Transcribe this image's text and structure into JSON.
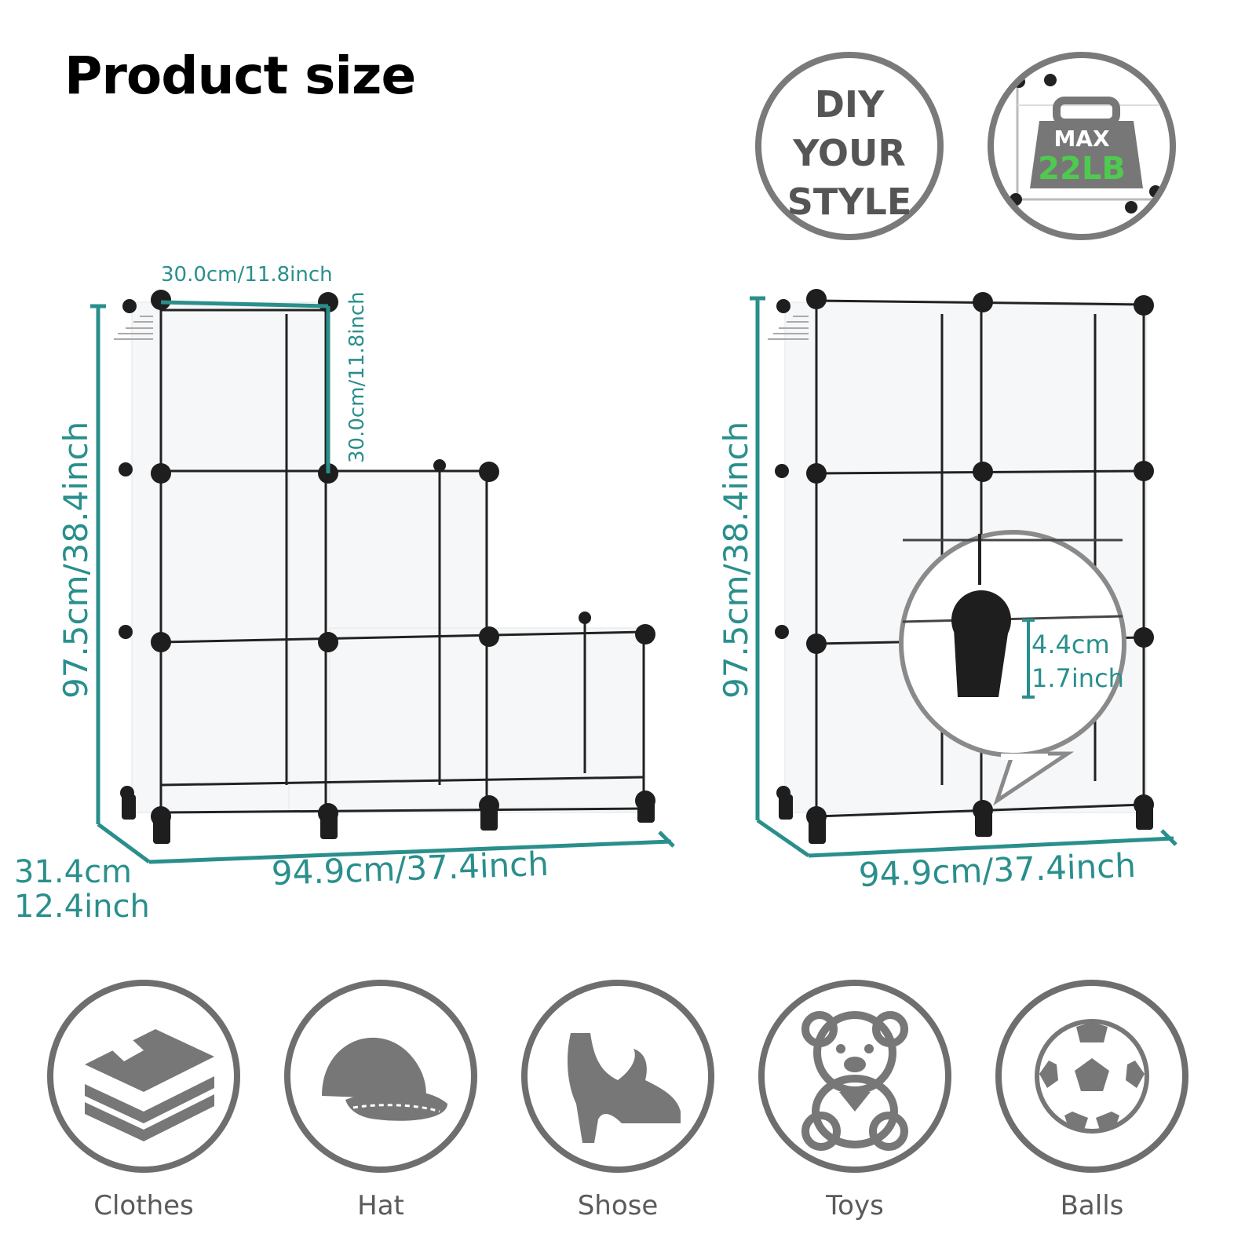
{
  "title": "Product size",
  "left_unit": {
    "cube_width": "30.0cm/11.8inch",
    "cube_height": "30.0cm/11.8inch",
    "height": "97.5cm/38.4inch",
    "depth_line1": "31.4cm",
    "depth_line2": "12.4inch",
    "width": "94.9cm/37.4inch"
  },
  "right_unit": {
    "height": "97.5cm/38.4inch",
    "width": "94.9cm/37.4inch",
    "foot_line1": "4.4cm",
    "foot_line2": "1.7inch"
  },
  "badges": {
    "diy": [
      "DIY",
      "YOUR",
      "STYLE"
    ],
    "max_label": "MAX",
    "max_value": "22LB"
  },
  "categories": [
    {
      "label": "Clothes",
      "icon": "clothes-icon"
    },
    {
      "label": "Hat",
      "icon": "hat-icon"
    },
    {
      "label": "Shose",
      "icon": "shoe-icon"
    },
    {
      "label": "Toys",
      "icon": "teddy-bear-icon"
    },
    {
      "label": "Balls",
      "icon": "soccer-ball-icon"
    }
  ],
  "colors": {
    "accent": "#2a8f8c",
    "badge_gray": "#7a7a7a",
    "max_green": "#4fc94f"
  }
}
